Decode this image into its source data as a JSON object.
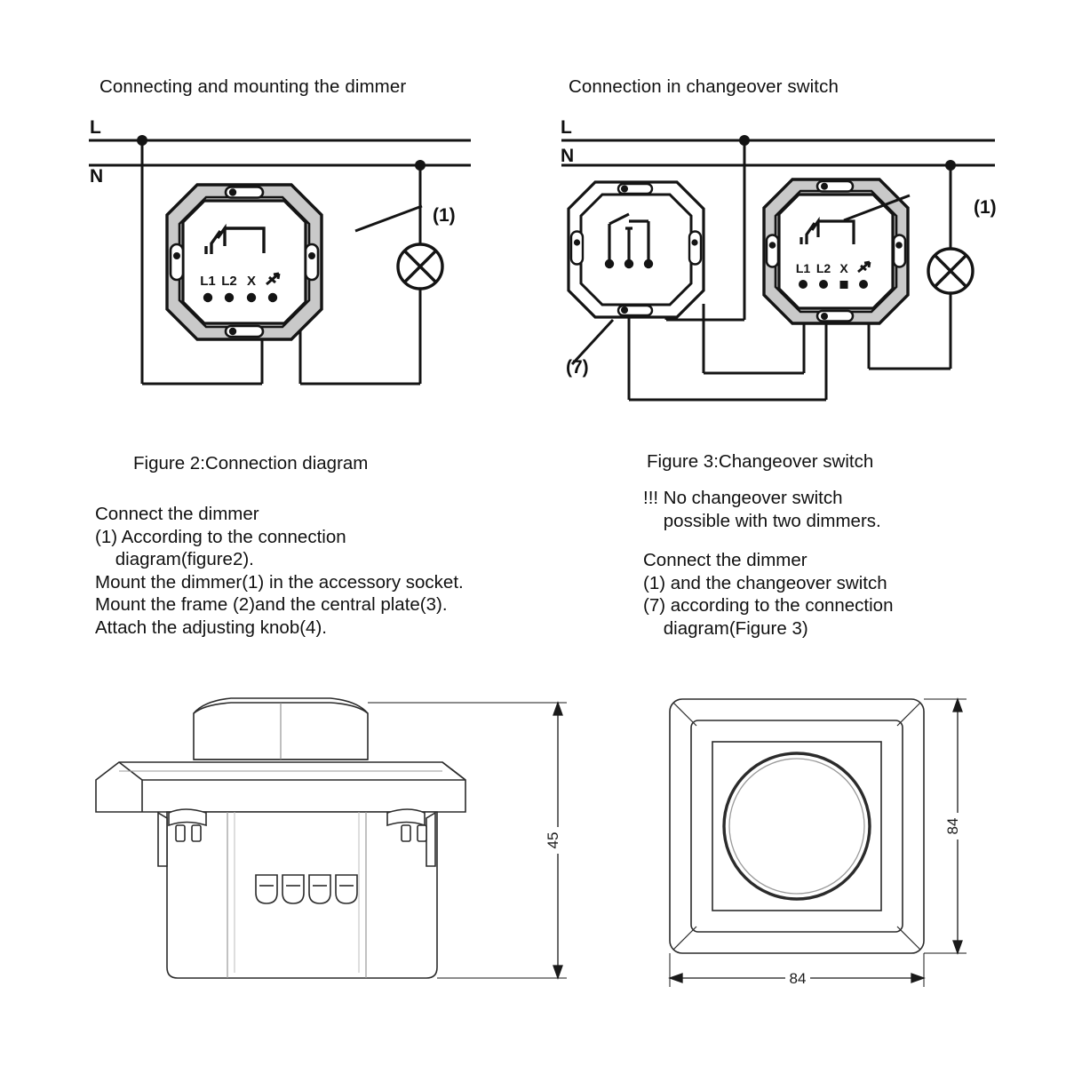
{
  "page": {
    "title": "Dimmer connection and mounting instructions",
    "background": "#ffffff",
    "ink": "#1a1a1a",
    "fill_gray": "#c9c9c9"
  },
  "headings": {
    "left": "Connecting and mounting the dimmer",
    "right": "Connection in changeover switch"
  },
  "figure2": {
    "caption": "Figure 2:Connection diagram",
    "mains": {
      "line_label": "L",
      "neutral_label": "N"
    },
    "callout_device": "(1)",
    "device": {
      "terminals": [
        "L1",
        "L2",
        "X"
      ],
      "lamp_terminal_symbol": "lamp-arrow",
      "face_symbol": "dimmer-waveform"
    },
    "load_symbol": "lamp-cross-circle",
    "instructions": [
      "Connect the dimmer",
      "(1) According to the connection",
      "    diagram(figure2).",
      "Mount the dimmer(1) in the accessory socket.",
      "Mount the frame (2)and the central plate(3).",
      "Attach the adjusting knob(4)."
    ]
  },
  "figure3": {
    "caption": "Figure 3:Changeover switch",
    "mains": {
      "line_label": "L",
      "neutral_label": "N"
    },
    "callout_switch": "(7)",
    "callout_device": "(1)",
    "switch": {
      "terminal_count": 3,
      "type": "SPDT changeover contact"
    },
    "device": {
      "terminals": [
        "L1",
        "L2",
        "X"
      ],
      "lamp_terminal_symbol": "lamp-arrow",
      "face_symbol": "dimmer-waveform"
    },
    "load_symbol": "lamp-cross-circle",
    "warning": [
      "!!! No changeover switch",
      "    possible with two dimmers."
    ],
    "instructions": [
      "Connect the dimmer",
      "(1) and the changeover switch",
      "(7) according to the connection",
      "    diagram(Figure 3)"
    ]
  },
  "drawings": {
    "side_view": {
      "name": "dimmer-side-elevation",
      "height_dim": "45"
    },
    "front_view": {
      "name": "dimmer-front-elevation",
      "height_dim": "84",
      "width_dim": "84"
    }
  }
}
